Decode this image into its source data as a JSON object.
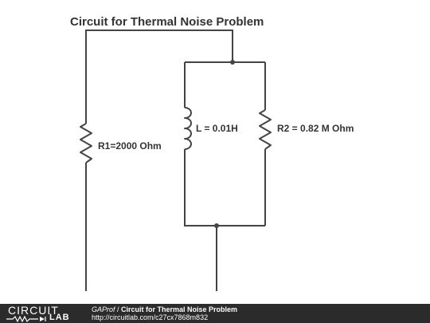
{
  "diagram": {
    "title": "Circuit for Thermal Noise Problem",
    "components": [
      {
        "id": "R1",
        "type": "resistor",
        "label": "R1=2000 Ohm"
      },
      {
        "id": "L",
        "type": "inductor",
        "label": "L = 0.01H"
      },
      {
        "id": "R2",
        "type": "resistor",
        "label": "R2 = 0.82 M Ohm"
      }
    ]
  },
  "footer": {
    "logo_top": "CIRCUIT",
    "logo_bottom": "LAB",
    "author": "GAProf",
    "separator": " / ",
    "title": "Circuit for Thermal Noise Problem",
    "url": "http://circuitlab.com/c27cx7868m832"
  },
  "colors": {
    "wire": "#444444",
    "text": "#333333",
    "footer_bg": "#2b2b2b",
    "footer_text": "#ffffff"
  }
}
